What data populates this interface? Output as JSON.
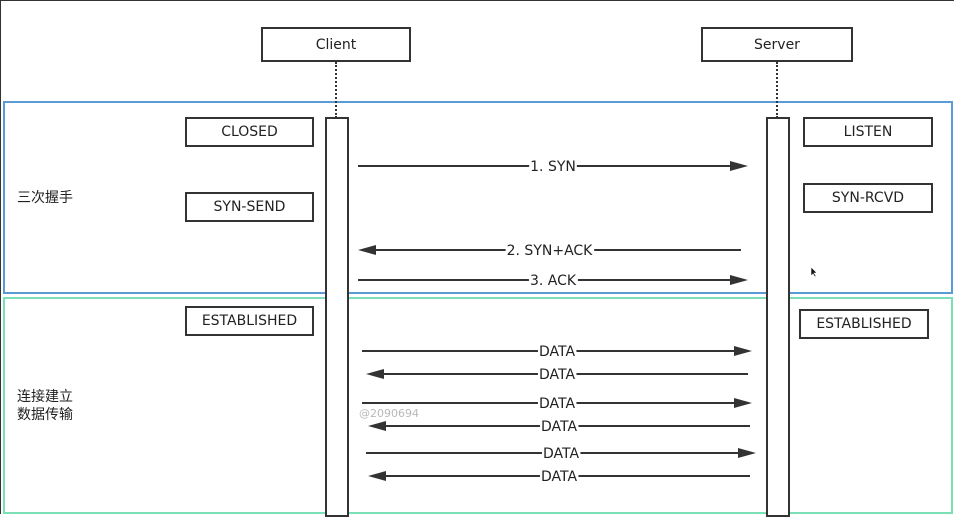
{
  "actors": {
    "client": "Client",
    "server": "Server"
  },
  "sections": [
    {
      "label": "三次握手"
    },
    {
      "label_lines": [
        "连接建立",
        "数据传输"
      ]
    }
  ],
  "client_states": [
    "CLOSED",
    "SYN-SEND",
    "ESTABLISHED"
  ],
  "server_states": [
    "LISTEN",
    "SYN-RCVD",
    "ESTABLISHED"
  ],
  "messages": [
    {
      "label": "1. SYN",
      "direction": "client-to-server"
    },
    {
      "label": "2. SYN+ACK",
      "direction": "server-to-client"
    },
    {
      "label": "3. ACK",
      "direction": "client-to-server"
    },
    {
      "label": "DATA",
      "direction": "client-to-server"
    },
    {
      "label": "DATA",
      "direction": "server-to-client"
    },
    {
      "label": "DATA",
      "direction": "client-to-server"
    },
    {
      "label": "DATA",
      "direction": "server-to-client"
    },
    {
      "label": "DATA",
      "direction": "client-to-server"
    },
    {
      "label": "DATA",
      "direction": "server-to-client"
    }
  ],
  "watermark": "@2090694",
  "colors": {
    "handshake_border": "#5b9bd5",
    "transfer_border": "#7be0b5",
    "line": "#333333"
  }
}
